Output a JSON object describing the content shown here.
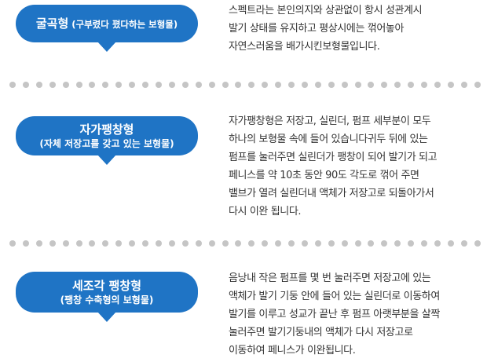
{
  "sections": [
    {
      "title": "굴곡형",
      "subtitle": "(구부렸다 폈다하는 보형물)",
      "lines": [
        "스펙트라는 본인의지와 상관없이 항시 성관계시",
        "발기 상태를 유지하고 평상시에는 꺾어놓아",
        "자연스러움을 배가시킨보형물입니다."
      ]
    },
    {
      "title": "자가팽창형",
      "subtitle": "(자체 저장고를 갖고 있는 보형물)",
      "lines": [
        "자가팽창형은 저장고, 실린더, 펌프 세부분이 모두",
        "하나의 보형물 속에 들어 있습니다귀두 뒤에 있는",
        "펌프를 눌러주면 실린더가 팽창이 되어 발기가 되고",
        "페니스를 약 10초 동안 90도 각도로 꺾어 주면",
        "밸브가 열려 실린더내 액체가 저장고로 되돌아가서",
        "다시 이완 됩니다."
      ]
    },
    {
      "title": "세조각 팽창형",
      "subtitle": "(팽창 수축형의 보형물)",
      "lines": [
        "음낭내 작은 펌프를 몇 번 눌러주면 저장고에 있는",
        "액체가 발기 기둥 안에 들어 있는 실린더로 이동하여",
        "발기를 이루고 성교가 끝난 후 펌프 아랫부분을 살짝",
        "눌러주면 발기기둥내의 액체가 다시 저장고로",
        "이동하여 페니스가 이완됩니다."
      ]
    }
  ],
  "colors": {
    "bubble": "#1f74c5",
    "dot": "#c5c5c5",
    "text": "#333333"
  }
}
